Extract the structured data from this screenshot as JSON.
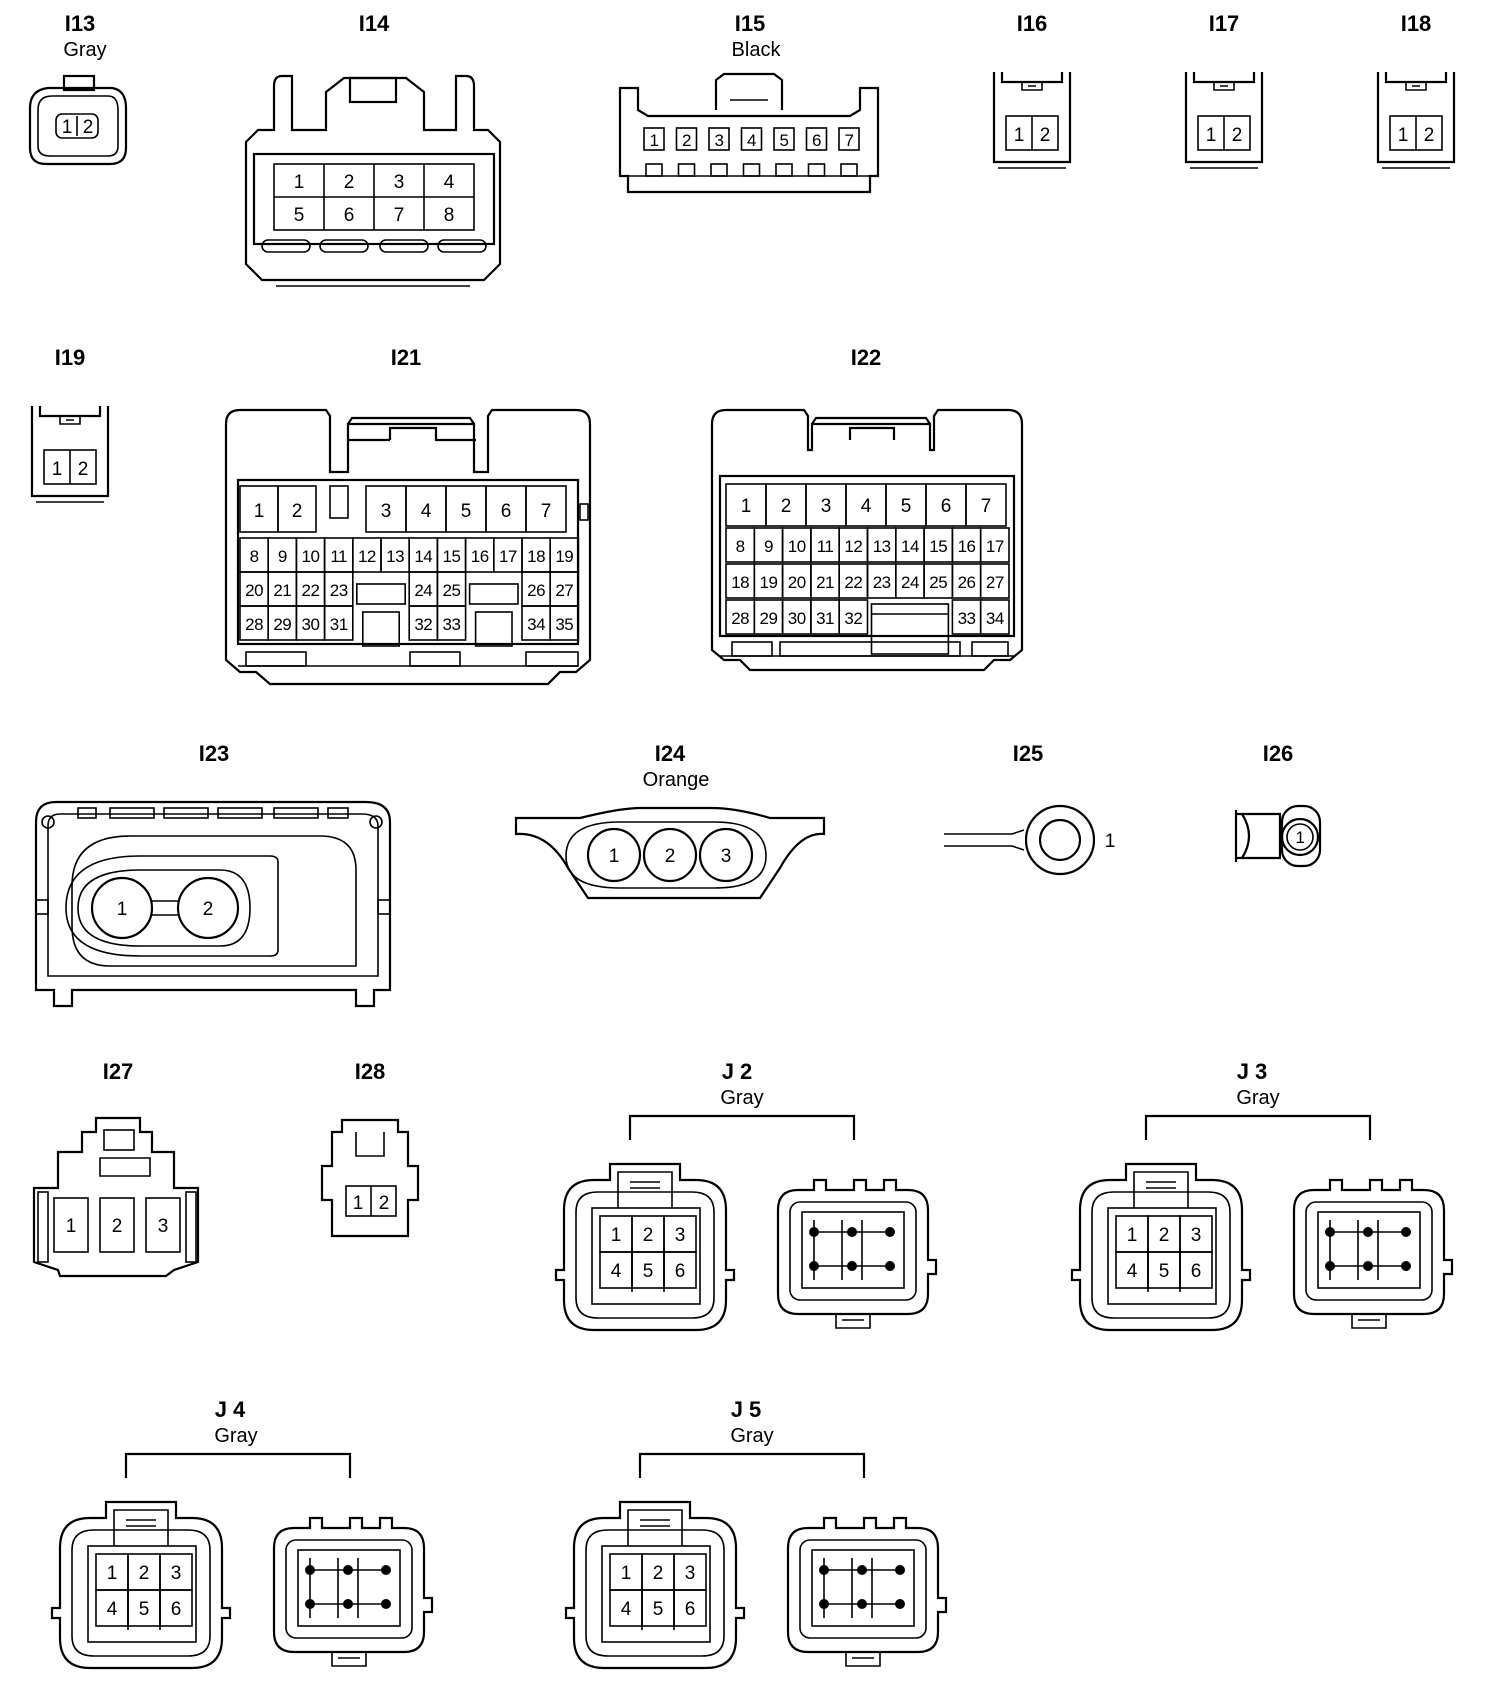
{
  "connectors": {
    "i13": {
      "code": "I13",
      "color": "Gray",
      "pins": [
        "1",
        "2"
      ]
    },
    "i14": {
      "code": "I14",
      "pins": [
        "1",
        "2",
        "3",
        "4",
        "5",
        "6",
        "7",
        "8"
      ]
    },
    "i15": {
      "code": "I15",
      "color": "Black",
      "pins": [
        "1",
        "2",
        "3",
        "4",
        "5",
        "6",
        "7"
      ]
    },
    "i16": {
      "code": "I16",
      "pins": [
        "1",
        "2"
      ]
    },
    "i17": {
      "code": "I17",
      "pins": [
        "1",
        "2"
      ]
    },
    "i18": {
      "code": "I18",
      "pins": [
        "1",
        "2"
      ]
    },
    "i19": {
      "code": "I19",
      "pins": [
        "1",
        "2"
      ]
    },
    "i21": {
      "code": "I21",
      "pins": [
        "1",
        "2",
        "3",
        "4",
        "5",
        "6",
        "7",
        "8",
        "9",
        "10",
        "11",
        "12",
        "13",
        "14",
        "15",
        "16",
        "17",
        "18",
        "19",
        "20",
        "21",
        "22",
        "23",
        "24",
        "25",
        "26",
        "27",
        "28",
        "29",
        "30",
        "31",
        "32",
        "33",
        "34",
        "35"
      ]
    },
    "i22": {
      "code": "I22",
      "pins": [
        "1",
        "2",
        "3",
        "4",
        "5",
        "6",
        "7",
        "8",
        "9",
        "10",
        "11",
        "12",
        "13",
        "14",
        "15",
        "16",
        "17",
        "18",
        "19",
        "20",
        "21",
        "22",
        "23",
        "24",
        "25",
        "26",
        "27",
        "28",
        "29",
        "30",
        "31",
        "32",
        "33",
        "34"
      ]
    },
    "i23": {
      "code": "I23",
      "pins": [
        "1",
        "2"
      ]
    },
    "i24": {
      "code": "I24",
      "color": "Orange",
      "pins": [
        "1",
        "2",
        "3"
      ]
    },
    "i25": {
      "code": "I25",
      "pins": [
        "1"
      ]
    },
    "i26": {
      "code": "I26",
      "pins": [
        "1"
      ]
    },
    "i27": {
      "code": "I27",
      "pins": [
        "1",
        "2",
        "3"
      ]
    },
    "i28": {
      "code": "I28",
      "pins": [
        "1",
        "2"
      ]
    },
    "j2": {
      "code": "J 2",
      "color": "Gray",
      "pins": [
        "1",
        "2",
        "3",
        "4",
        "5",
        "6"
      ]
    },
    "j3": {
      "code": "J 3",
      "color": "Gray",
      "pins": [
        "1",
        "2",
        "3",
        "4",
        "5",
        "6"
      ]
    },
    "j4": {
      "code": "J 4",
      "color": "Gray",
      "pins": [
        "1",
        "2",
        "3",
        "4",
        "5",
        "6"
      ]
    },
    "j5": {
      "code": "J 5",
      "color": "Gray",
      "pins": [
        "1",
        "2",
        "3",
        "4",
        "5",
        "6"
      ]
    }
  }
}
